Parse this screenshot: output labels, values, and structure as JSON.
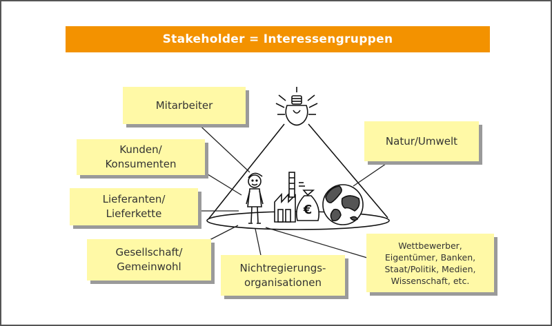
{
  "title": "Stakeholder = Interessengruppen",
  "stakeholders": {
    "mitarbeiter": "Mitarbeiter",
    "kunden": "Kunden/\nKonsumenten",
    "lieferanten": "Lieferanten/\nLieferkette",
    "gesellschaft": "Gesellschaft/\nGemeinwohl",
    "ngo": "Nichtregierungs-\norganisationen",
    "natur": "Natur/Umwelt",
    "weitere": "Wettbewerber,\nEigentümer, Banken,\nStaat/Politik, Medien,\nWissenschaft, etc."
  },
  "money_bag_symbol": "€",
  "colors": {
    "banner": "#f39200",
    "note": "#fff9a6",
    "note_shadow": "#9a9a9a"
  },
  "icons": [
    "light-bulb-icon",
    "person-icon",
    "factory-icon",
    "money-bag-icon",
    "globe-icon"
  ]
}
